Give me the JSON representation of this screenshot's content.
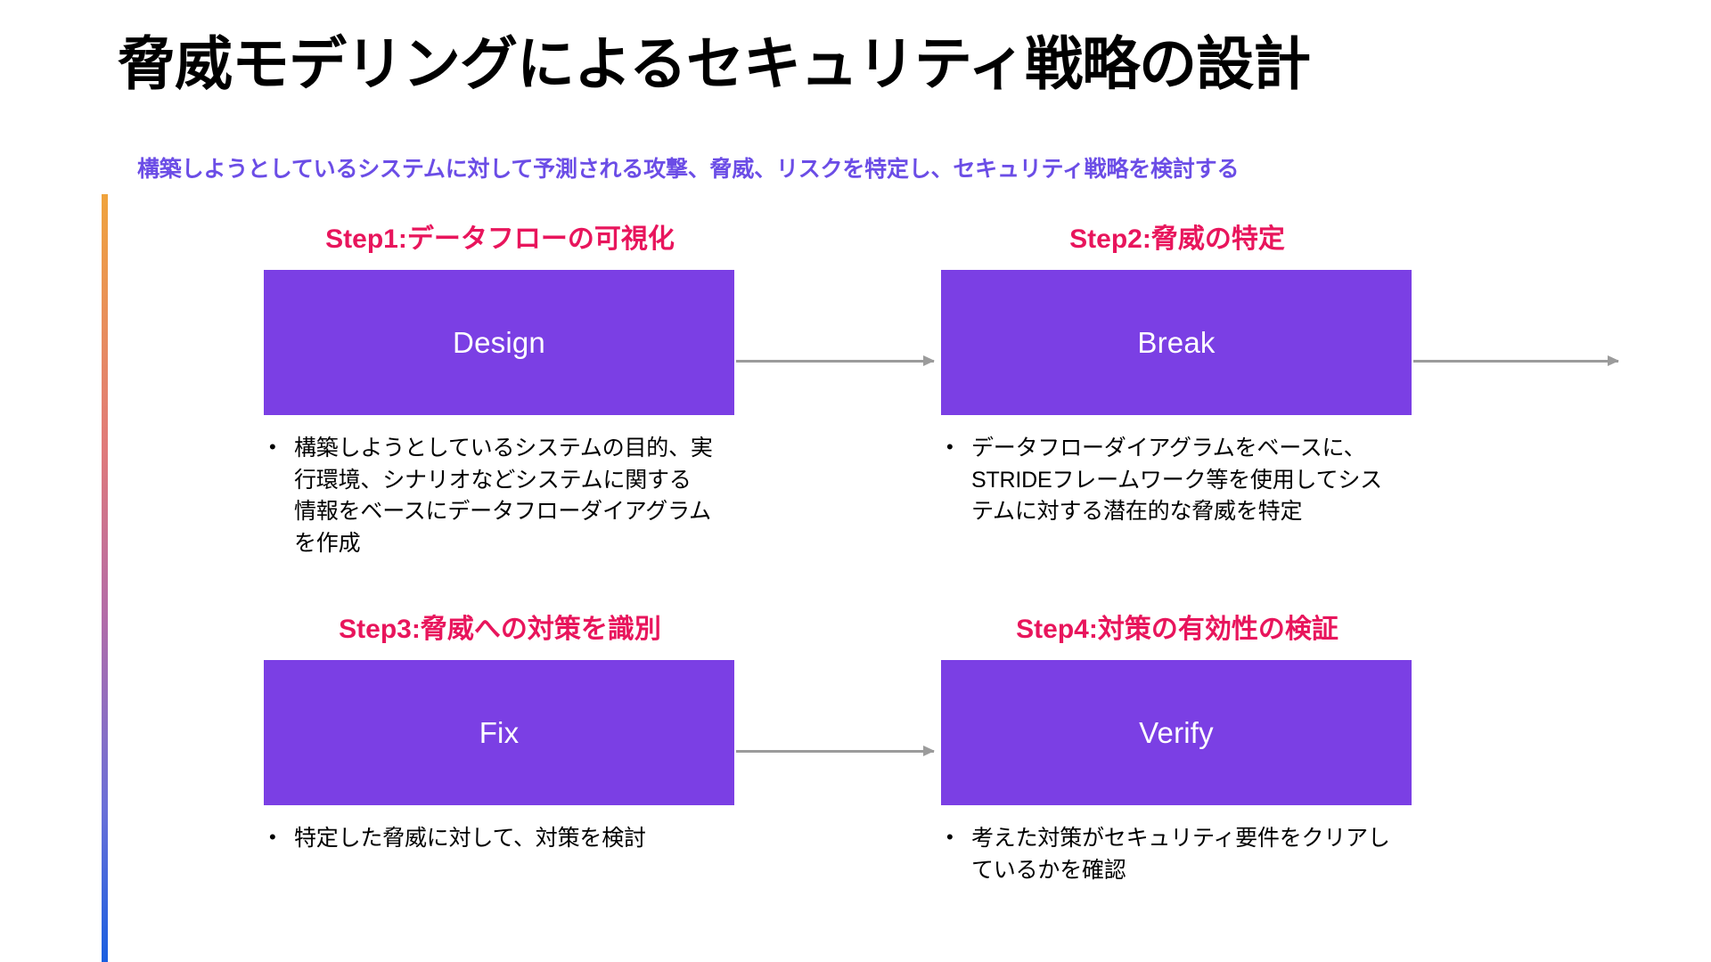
{
  "slide": {
    "title": "脅威モデリングによるセキュリティ戦略の設計",
    "subtitle": "構築しようとしているシステムに対して予測される攻撃、脅威、リスクを特定し、セキュリティ戦略を検討する"
  },
  "colors": {
    "title": "#000000",
    "subtitle": "#6b4de6",
    "step_heading": "#e8155c",
    "box_fill": "#7b3fe4",
    "box_label": "#ffffff",
    "arrow": "#9b9b9b",
    "accent_bar_start": "#f0a33c",
    "accent_bar_end": "#1a5fe0"
  },
  "steps": [
    {
      "heading": "Step1:データフローの可視化",
      "box_label": "Design",
      "bullets": [
        "構築しようとしているシステムの目的、実行環境、シナリオなどシステムに関する情報をベースにデータフローダイアグラムを作成"
      ]
    },
    {
      "heading": "Step2:脅威の特定",
      "box_label": "Break",
      "bullets": [
        "データフローダイアグラムをベースに、STRIDEフレームワーク等を使用してシステムに対する潜在的な脅威を特定"
      ]
    },
    {
      "heading": "Step3:脅威への対策を識別",
      "box_label": "Fix",
      "bullets": [
        "特定した脅威に対して、対策を検討"
      ]
    },
    {
      "heading": "Step4:対策の有効性の検証",
      "box_label": "Verify",
      "bullets": [
        "考えた対策がセキュリティ要件をクリアしているかを確認"
      ]
    }
  ],
  "arrows": [
    {
      "name": "design-to-break",
      "from": "Design",
      "to": "Break"
    },
    {
      "name": "break-to-next",
      "from": "Break",
      "to": ""
    },
    {
      "name": "fix-to-verify",
      "from": "Fix",
      "to": "Verify"
    }
  ]
}
